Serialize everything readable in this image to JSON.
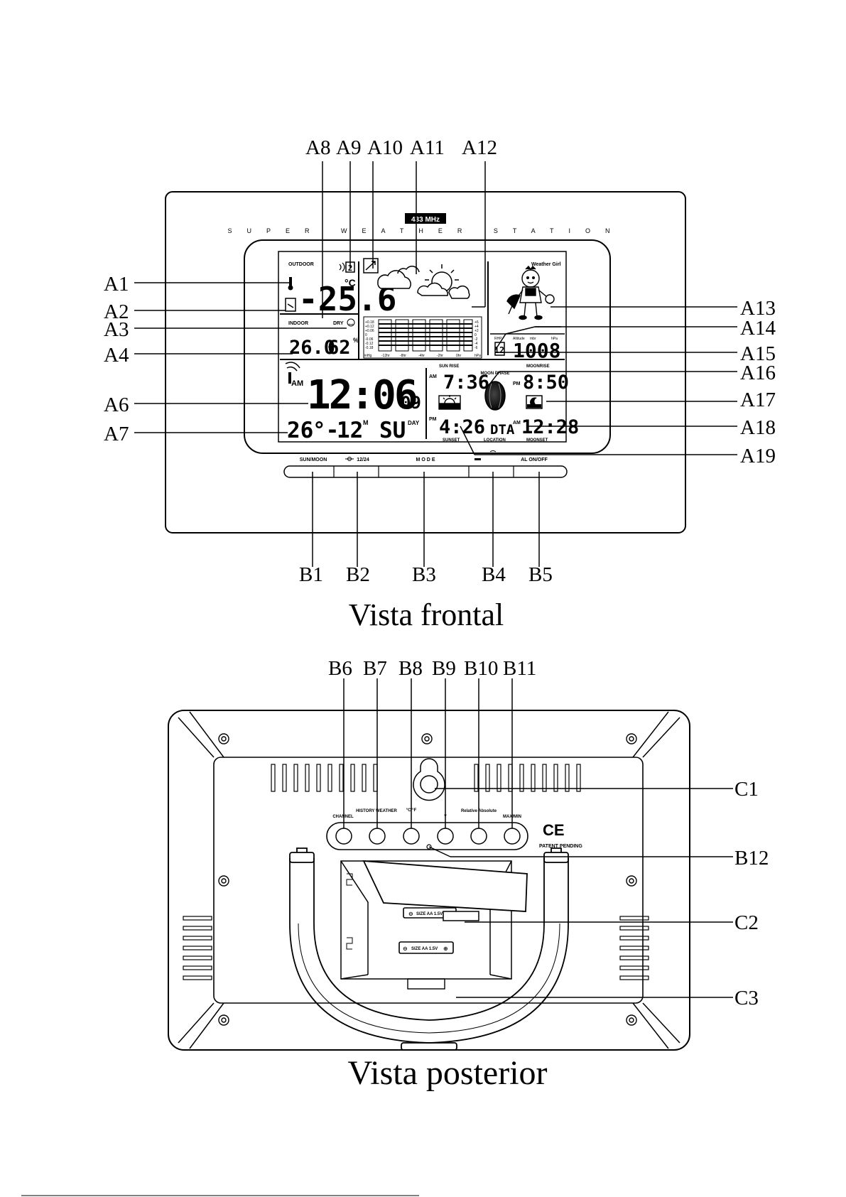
{
  "front": {
    "caption": "Vista frontal",
    "band_label": "433 MHz",
    "brand_text": "SUPER WEATHER STATION",
    "lcd": {
      "outdoor_label": "OUTDOOR",
      "outdoor_temp": "-25.6",
      "temp_unit": "°C",
      "indoor_label": "INDOOR",
      "dry_label": "DRY",
      "indoor_temp": "26.0",
      "indoor_humidity": "62",
      "humidity_unit": "%",
      "history_unit_left": "inHg",
      "history_unit_right": "hPa",
      "history_scale_left": [
        "+0.18",
        "+0.12",
        "+0.06",
        "0",
        "-0.06",
        "-0.12",
        "-0.18"
      ],
      "history_scale_right": [
        "+6",
        "+4",
        "+2",
        "0",
        "-2",
        "-4",
        "-6"
      ],
      "history_labels": [
        "-12hr",
        "-8hr",
        "-4hr",
        "-2hr",
        "0hr"
      ],
      "weather_girl_label": "Weather Girl",
      "pressure_labels": [
        "RHP",
        "Altitude",
        "mbr",
        "hPa"
      ],
      "pressure_value": "1008",
      "pressure_prefix": "12",
      "am_label": "AM",
      "pm_label": "PM",
      "clock": "12:06",
      "seconds": "09",
      "date_day": "26",
      "date_month": "12",
      "month_marker": "M",
      "weekday": "SU",
      "day_label": "DAY",
      "sunrise_label": "SUN RISE",
      "sunrise_time": "7:36",
      "sunset_label": "SUNSET",
      "sunset_time": "4:26",
      "moon_phase_label": "MOON PHASE",
      "moonrise_label": "MOONRISE",
      "moonrise_time": "8:50",
      "moonset_label": "MOONSET",
      "moonset_time": "12:28",
      "location_label": "LOCATION",
      "location_code": "DTA"
    },
    "buttons": [
      "SUN/MOON",
      "12/24",
      "MODE",
      "",
      "AL ON/OFF"
    ],
    "top_callouts": [
      "A8",
      "A9",
      "A10",
      "A11",
      "A12"
    ],
    "left_callouts": [
      "A1",
      "A2",
      "A3",
      "A4",
      "A6",
      "A7"
    ],
    "right_callouts": [
      "A13",
      "A14",
      "A15",
      "A16",
      "A17",
      "A18",
      "A19"
    ],
    "bottom_callouts": [
      "B1",
      "B2",
      "B3",
      "B4",
      "B5"
    ]
  },
  "rear": {
    "caption": "Vista posterior",
    "button_labels": [
      "CHANNEL",
      "HISTORY WEATHER",
      "°C/°F",
      "▼",
      "Relative Absolute",
      "MAX/MIN"
    ],
    "ce_mark": "CE",
    "patent_text": "PATENT PENDING",
    "battery_labels": [
      "SIZE AA 1.5V",
      "SIZE AA 1.5V"
    ],
    "top_callouts": [
      "B6",
      "B7",
      "B8",
      "B9",
      "B10",
      "B11"
    ],
    "right_callouts": [
      "C1",
      "B12",
      "C2",
      "C3"
    ]
  },
  "colors": {
    "ink": "#000000",
    "paper": "#ffffff"
  }
}
